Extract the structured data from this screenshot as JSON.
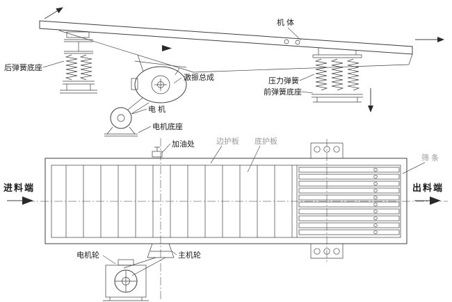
{
  "diagram": {
    "labels": {
      "machine_body": "机 体",
      "rear_spring_base": "后弹簧底座",
      "exciter_assembly": "激振总成",
      "motor": "电 机",
      "motor_base": "电机底座",
      "pressure_spring": "压力弹簧",
      "front_spring_base": "前弹簧底座",
      "oil_filling_point": "加油处",
      "side_guard_plate": "边护板",
      "bottom_guard_plate": "底护板",
      "screen_bars": "筛 条",
      "feed_end": "进料端",
      "discharge_end": "出料端",
      "motor_wheel": "电机轮",
      "main_wheel": "主机轮"
    },
    "colors": {
      "line": "#3c3c3c",
      "label_dark": "#1a1a1a",
      "label_grey": "#9a9a9a",
      "centerline": "#777777",
      "background": "#ffffff"
    }
  }
}
